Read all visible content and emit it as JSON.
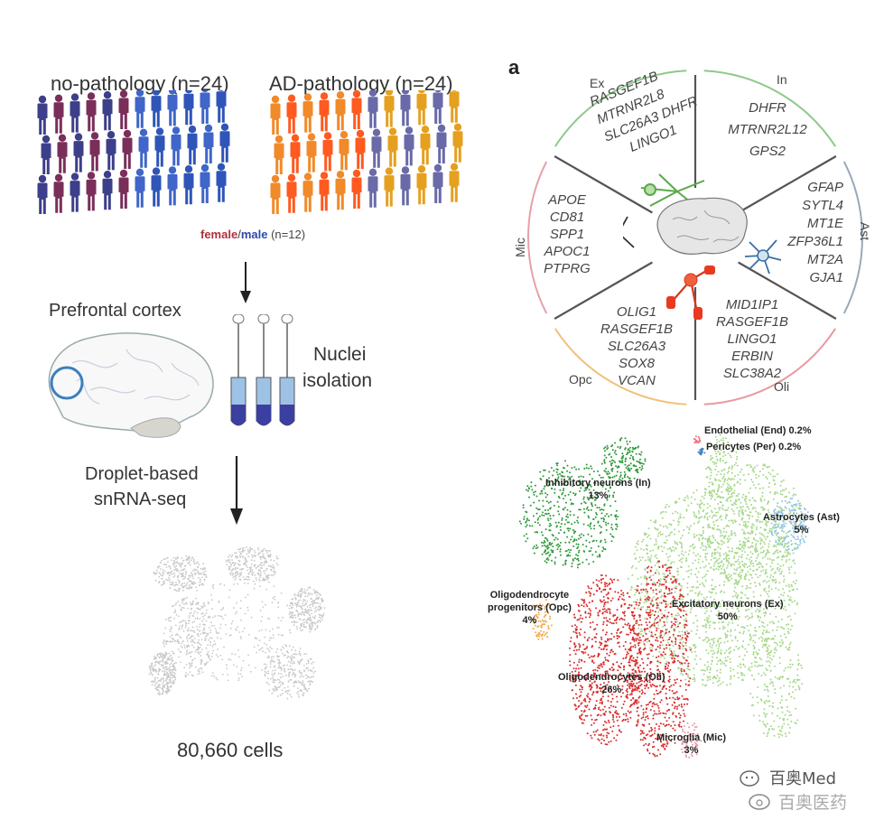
{
  "cohort": {
    "left_label": "no-pathology (n=24)",
    "right_label": "AD-pathology (n=24)",
    "sex_female": "female",
    "sex_slash": "/",
    "sex_male": "male",
    "sex_n": "(n=12)"
  },
  "workflow": {
    "region_label": "Prefrontal cortex",
    "nuclei_line1": "Nuclei",
    "nuclei_line2": "isolation",
    "seq_line1": "Droplet-based",
    "seq_line2": "snRNA-seq",
    "cells_count": "80,660 cells"
  },
  "panel_a": {
    "letter": "a",
    "sectors": [
      {
        "abbr": "Ex",
        "genes": [
          "RASGEF1B",
          "MTRNR2L8",
          "SLC26A3",
          "DHFR",
          "LINGO1"
        ]
      },
      {
        "abbr": "In",
        "genes": [
          "DHFR",
          "MTRNR2L12",
          "GPS2"
        ]
      },
      {
        "abbr": "Ast",
        "genes": [
          "GFAP",
          "SYTL4",
          "MT1E",
          "ZFP36L1",
          "MT2A",
          "GJA1"
        ]
      },
      {
        "abbr": "Oli",
        "genes": [
          "MID1IP1",
          "RASGEF1B",
          "LINGO1",
          "ERBIN",
          "SLC38A2"
        ]
      },
      {
        "abbr": "Opc",
        "genes": [
          "OLIG1",
          "RASGEF1B",
          "SLC26A3",
          "SOX8",
          "VCAN"
        ]
      },
      {
        "abbr": "Mic",
        "genes": [
          "APOE",
          "CD81",
          "SPP1",
          "APOC1",
          "PTPRG"
        ]
      }
    ],
    "sector_colors": {
      "Ex": "#8ec98a",
      "In": "#8ec98a",
      "Ast": "#9aa9b8",
      "Oli": "#e89aa0",
      "Opc": "#f0c27a",
      "Mic": "#e8a0a8"
    }
  },
  "tsne_clusters": [
    {
      "name": "Endothelial (End) 0.2%",
      "color": "#e8787f"
    },
    {
      "name": "Pericytes (Per) 0.2%",
      "color": "#3a7fc0"
    },
    {
      "name": "Inhibitory neurons (In)",
      "pct": "13%",
      "color": "#2e9a3a"
    },
    {
      "name": "Astrocytes (Ast)",
      "pct": "5%",
      "color": "#8fc3e6"
    },
    {
      "name": "Oligodendrocyte",
      "name2": "progenitors (Opc)",
      "pct": "4%",
      "color": "#f2a94a"
    },
    {
      "name": "Excitatory neurons (Ex)",
      "pct": "50%",
      "color": "#a6d98b"
    },
    {
      "name": "Oligodendrocytes (Oli)",
      "pct": "26%",
      "color": "#d92b2b"
    },
    {
      "name": "Microglia (Mic)",
      "pct": "3%",
      "color": "#e89aa5"
    }
  ],
  "watermark": {
    "line1": "百奥Med",
    "line2": "百奥医药"
  }
}
